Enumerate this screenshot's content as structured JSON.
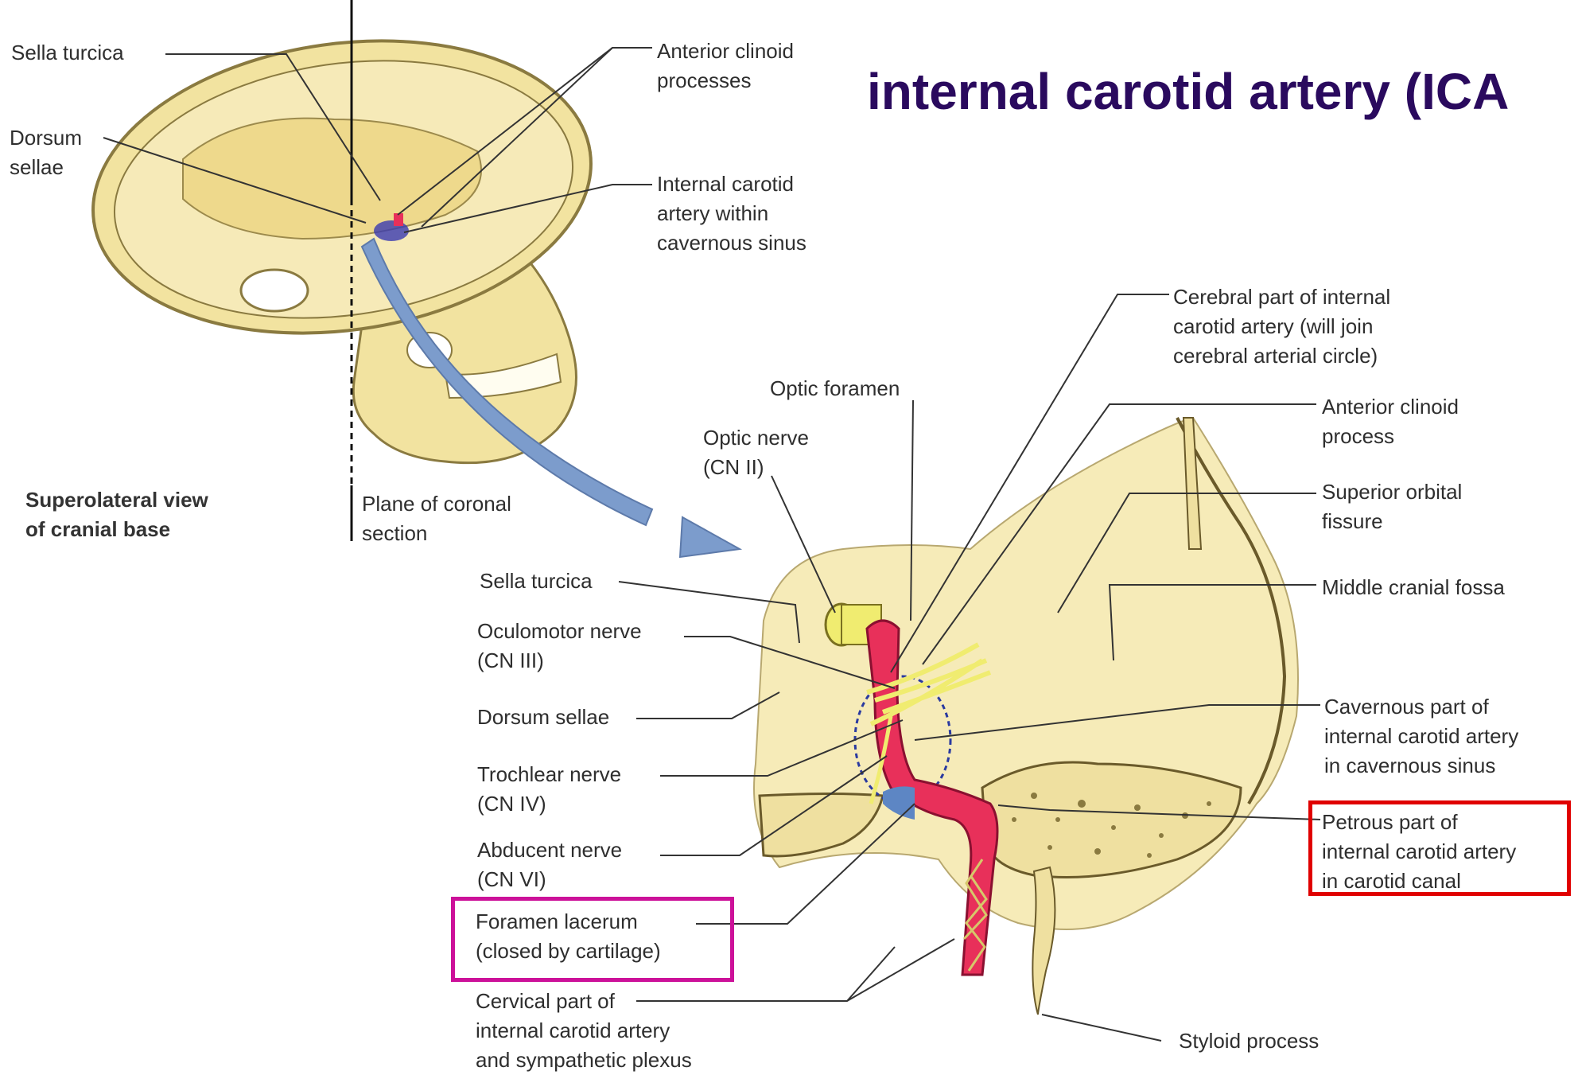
{
  "title": "internal carotid artery (ICA",
  "skull_labels": {
    "sella_turcica": "Sella turcica",
    "anterior_clinoid_processes": "Anterior clinoid\nprocesses",
    "dorsum_sellae": "Dorsum\nsellae",
    "ica_cavernous": "Internal carotid\nartery within\ncavernous sinus",
    "superolateral_view": "Superolateral view\nof cranial base",
    "plane_of_section": "Plane of coronal\nsection"
  },
  "section_labels": {
    "cerebral_part": "Cerebral part of internal\ncarotid artery (will join\ncerebral arterial circle)",
    "optic_foramen": "Optic foramen",
    "optic_nerve": "Optic nerve\n(CN II)",
    "anterior_clinoid_process": "Anterior clinoid\nprocess",
    "superior_orbital_fissure": "Superior orbital\nfissure",
    "sella_turcica": "Sella turcica",
    "middle_cranial_fossa": "Middle cranial fossa",
    "oculomotor_nerve": "Oculomotor nerve\n(CN III)",
    "dorsum_sellae": "Dorsum sellae",
    "cavernous_part": "Cavernous part of\ninternal carotid artery\nin cavernous sinus",
    "trochlear_nerve": "Trochlear nerve\n(CN IV)",
    "petrous_part": "Petrous part of\ninternal carotid artery\nin carotid canal",
    "abducent_nerve": "Abducent nerve\n(CN VI)",
    "foramen_lacerum": "Foramen lacerum\n(closed by cartilage)",
    "cervical_part": "Cervical part of\ninternal carotid artery\nand sympathetic plexus",
    "styloid_process": "Styloid process"
  },
  "colors": {
    "bone": "#f2e3a0",
    "bone_edge": "#8a7a40",
    "artery": "#e8305a",
    "nerve": "#f0ec70",
    "arrow": "#7c9ccc",
    "highlight_red": "#e00000",
    "highlight_magenta": "#cc1199",
    "title": "#2a0a5e"
  }
}
